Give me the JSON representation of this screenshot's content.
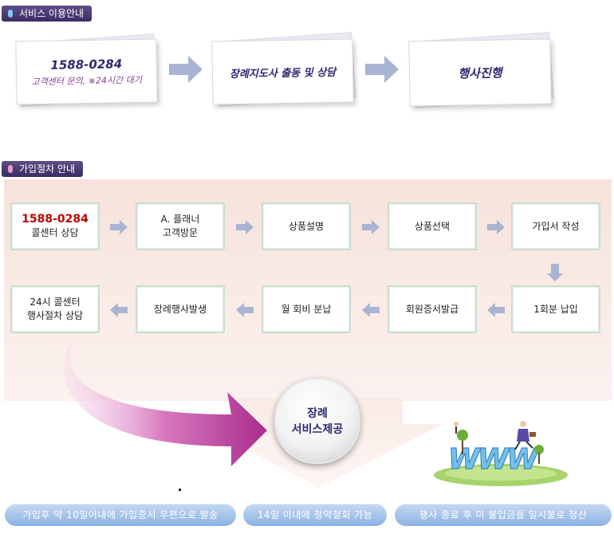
{
  "service_section": {
    "title": "서비스 이용안내",
    "cards": [
      {
        "line1": "1588-0284",
        "line2": "고객센터 문의, ※24시간 대기"
      },
      {
        "line1": "장례지도사 출동 및 상담"
      },
      {
        "line1": "행사진행"
      }
    ]
  },
  "join_section": {
    "title": "가입절차 안내",
    "row1": [
      {
        "line1": "1588-0284",
        "line2": "콜센터 상담"
      },
      {
        "line1": "A. 플래너",
        "line2": "고객방문"
      },
      {
        "line1": "상품설명"
      },
      {
        "line1": "상품선택"
      },
      {
        "line1": "가입서 작성"
      }
    ],
    "row2": [
      {
        "line1": "1회분 납입"
      },
      {
        "line1": "회원증서발급"
      },
      {
        "line1": "월 회비 분납"
      },
      {
        "line1": "장례행사발생"
      },
      {
        "line1": "24시 콜센터",
        "line2": "행사절차 상담"
      }
    ]
  },
  "center_circle": {
    "line1": "장례",
    "line2": "서비스제공"
  },
  "notes": [
    "가입후 약 10일이내에 가입증서 우편으로 발송",
    "14일 이내에 청약철회 가능",
    "행사 종료 후 미 불입금을 일시불로 정산"
  ],
  "colors": {
    "tag": "#3b2b63",
    "accent_red": "#c00000",
    "navy_text": "#2b2870",
    "purple_text": "#8a3d9a",
    "pill": "#8bb2e2"
  },
  "decor": {
    "www_graphic": "www-people-illustration"
  }
}
